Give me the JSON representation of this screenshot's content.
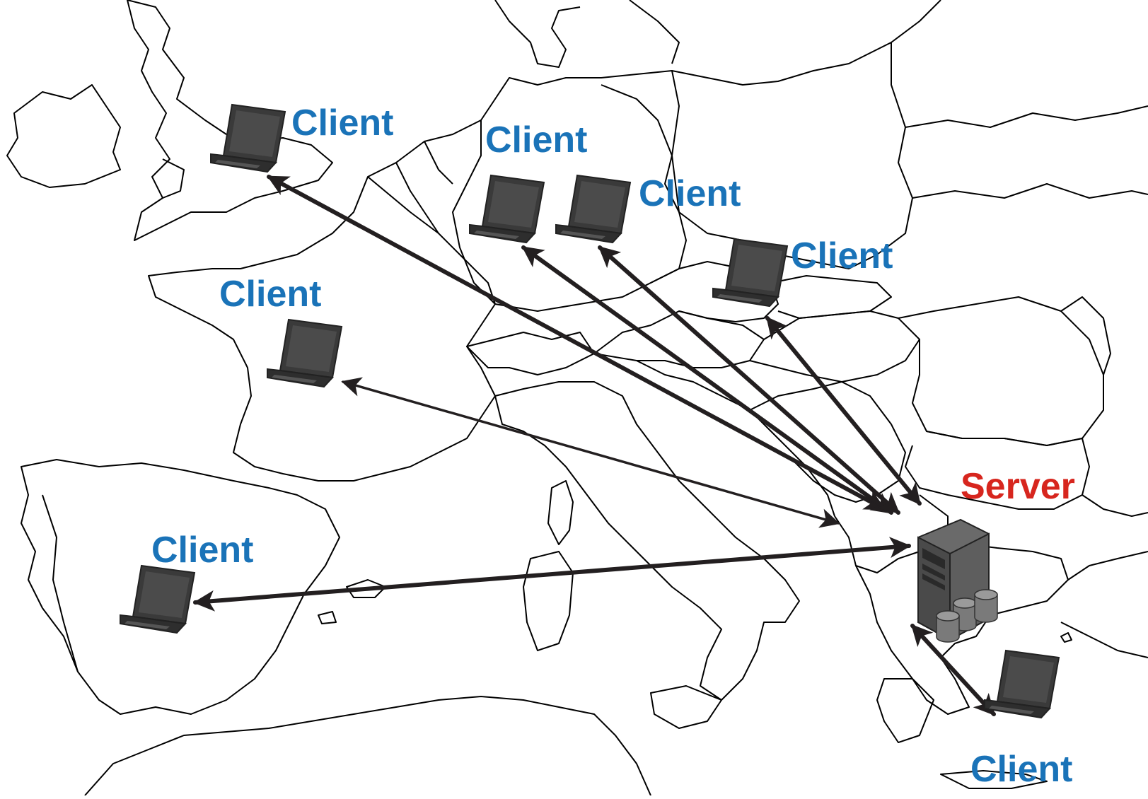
{
  "colors": {
    "client_text": "#1a73b8",
    "server_text": "#d7261e",
    "arrow": "#231f20",
    "border_line": "#000000",
    "laptop_body": "#3a3a3a",
    "laptop_screen": "#4b4b4b",
    "server_body": "#5b5b5b"
  },
  "server": {
    "label": "Server",
    "icon": "server-tower-with-database-icon"
  },
  "clients": [
    {
      "id": "uk",
      "label": "Client",
      "icon": "laptop-icon"
    },
    {
      "id": "nl",
      "label": "Client",
      "icon": "laptop-icon"
    },
    {
      "id": "de",
      "label": "Client",
      "icon": "laptop-icon"
    },
    {
      "id": "at",
      "label": "Client",
      "icon": "laptop-icon"
    },
    {
      "id": "fr",
      "label": "Client",
      "icon": "laptop-icon"
    },
    {
      "id": "es",
      "label": "Client",
      "icon": "laptop-icon"
    },
    {
      "id": "gr",
      "label": "Client",
      "icon": "laptop-icon"
    }
  ]
}
